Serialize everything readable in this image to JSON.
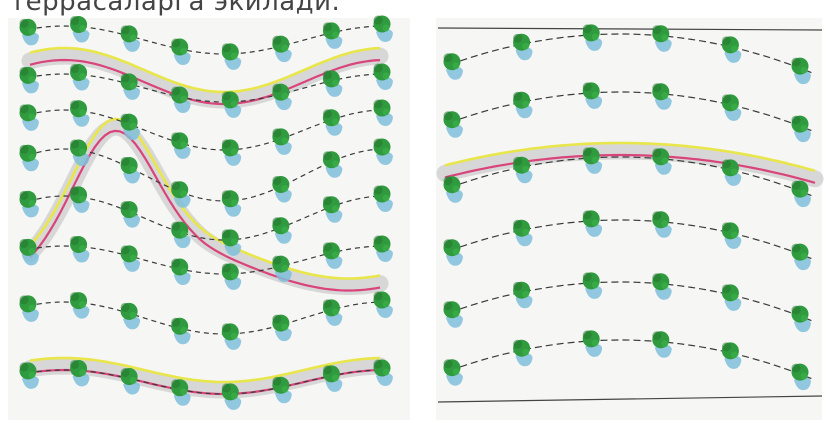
{
  "caption_text": "террасаларга экилади.",
  "colors": {
    "paper": "#f6f6f4",
    "canopy": "#2f9a3e",
    "canopy_dark": "#22772e",
    "trunk": "#7fc0dc",
    "row_guide": "#3a3a3a",
    "terrace_outer": "#e8e64a",
    "terrace_inner": "#d9447a",
    "terrace_fill": "#cfcfcf",
    "slope_line": "#444444"
  },
  "panels": [
    {
      "name": "wavy-contour-planting",
      "tree_rows": 8,
      "terraces": 3
    },
    {
      "name": "arched-contour-planting",
      "tree_rows": 6,
      "terraces": 1
    }
  ]
}
